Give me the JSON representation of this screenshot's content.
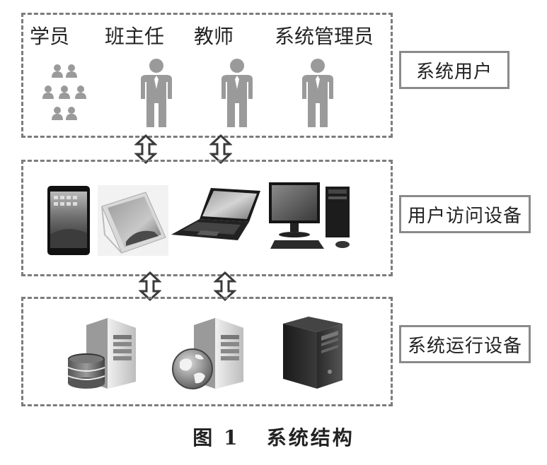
{
  "users_tier": {
    "label": "系统用户",
    "roles": [
      "学员",
      "班主任",
      "教师",
      "系统管理员"
    ]
  },
  "devices_tier": {
    "label": "用户访问设备",
    "icons": [
      "smartphone-icon",
      "tablet-icon",
      "laptop-icon",
      "desktop-computer-icon"
    ]
  },
  "servers_tier": {
    "label": "系统运行设备",
    "icons": [
      "database-server-icon",
      "web-server-icon",
      "server-tower-icon"
    ]
  },
  "caption": "图 1   系统结构",
  "colors": {
    "dashed_border": "#7c7c7c",
    "person_gray": "#9a9a9a",
    "label_border": "#8a8a8a"
  }
}
